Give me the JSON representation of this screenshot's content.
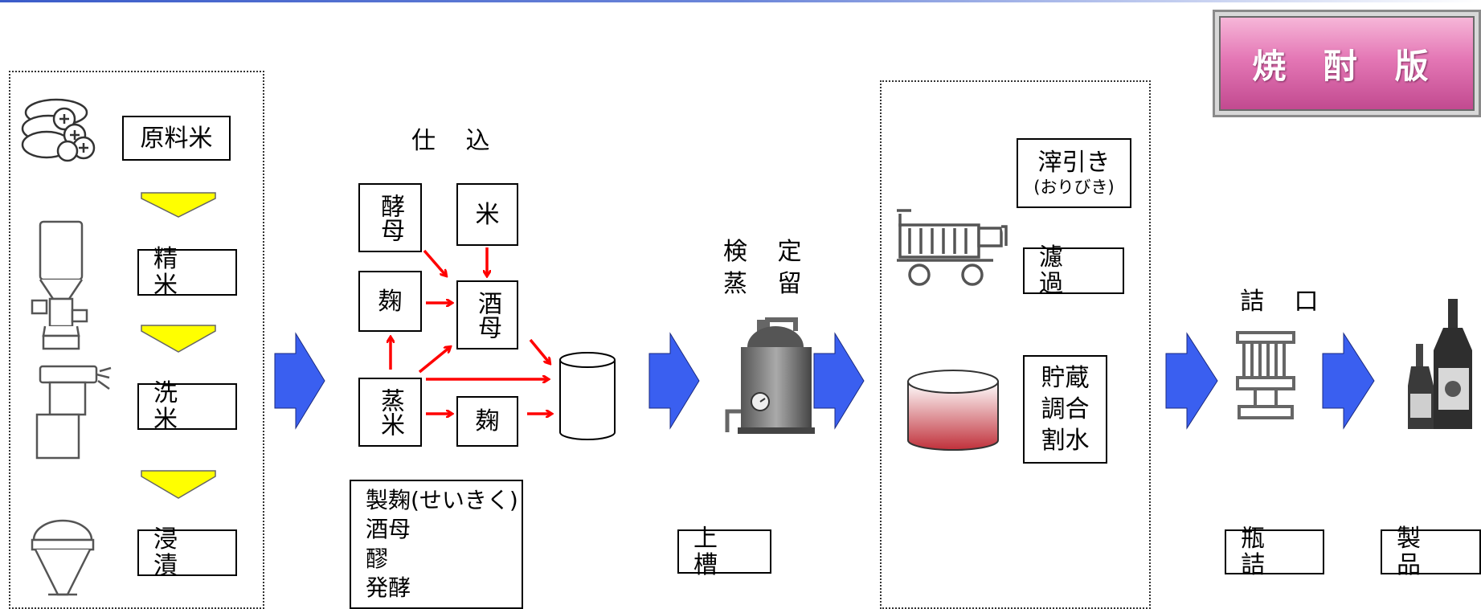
{
  "badge": "焼 酎 版",
  "raw": {
    "rice": "原料米",
    "polish": "精 米",
    "wash": "洗 米",
    "soak": "浸 漬"
  },
  "shikomi": {
    "title": "仕 込",
    "yeast": "酵母",
    "rice": "米",
    "koji1": "麹",
    "shubo": "酒母",
    "steamed": "蒸米",
    "koji2": "麹",
    "notes": [
      "製麹(せいきく)",
      "酒母",
      "醪",
      "発酵"
    ]
  },
  "distill": {
    "inspect": "検 定",
    "distill": "蒸 留",
    "press": "上 槽"
  },
  "filter": {
    "lees_line1": "滓引き",
    "lees_line2": "(おりびき)",
    "filtration": "濾 過",
    "storage": [
      "貯蔵",
      "調合",
      "割水"
    ]
  },
  "bottle": {
    "capping": "詰 口",
    "bottling": "瓶 詰",
    "product": "製 品"
  },
  "colors": {
    "flow_arrow": "#3a5ff0",
    "step_arrow": "#ffff00",
    "relation_arrow": "#ff0000",
    "tank_fill": "#c0303a"
  }
}
